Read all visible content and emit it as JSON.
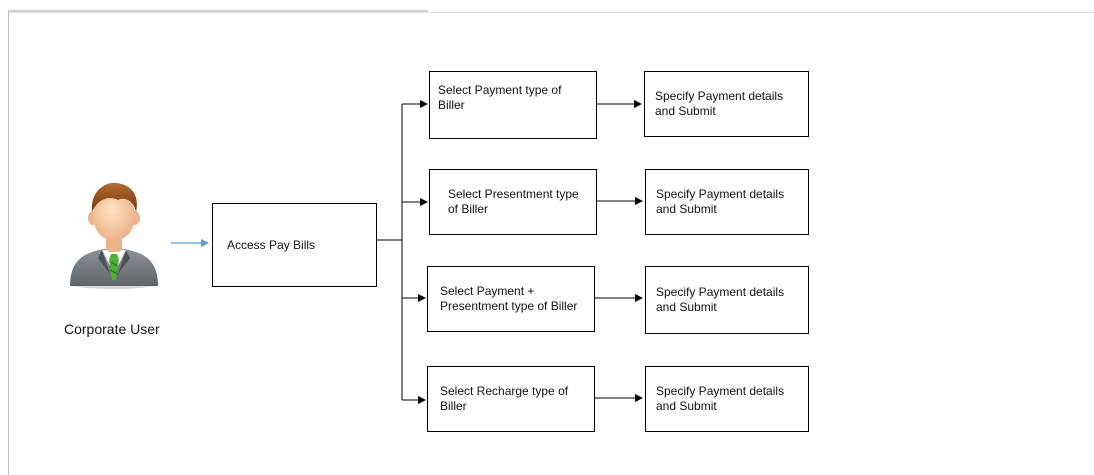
{
  "actor": {
    "label": "Corporate User",
    "icon": "corporate-user-avatar-icon"
  },
  "start": {
    "label": "Access Pay Bills"
  },
  "branches": [
    {
      "select": "Select Payment type of Biller",
      "next": "Specify Payment details and Submit"
    },
    {
      "select": "Select Presentment type of Biller",
      "next": "Specify Payment details and Submit"
    },
    {
      "select": "Select Payment + Presentment type of Biller",
      "next": "Specify Payment details and Submit"
    },
    {
      "select": "Select Recharge type of Biller",
      "next": "Specify Payment details and Submit"
    }
  ],
  "colors": {
    "actor_arrow": "#5b9bd5",
    "line": "#000000"
  }
}
